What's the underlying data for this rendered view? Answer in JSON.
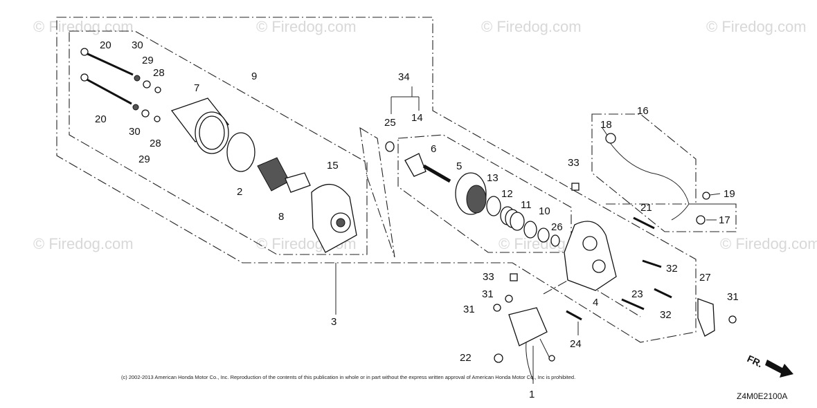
{
  "watermarks": [
    "© Firedog.com",
    "© Firedog.com",
    "© Firedog.com",
    "© Firedog.com",
    "© Firedog.com",
    "© Firedog.com",
    "© Firedog.com",
    "© Firedog.com"
  ],
  "callouts": {
    "p1": "1",
    "p2": "2",
    "p3": "3",
    "p4": "4",
    "p5": "5",
    "p6": "6",
    "p7": "7",
    "p8": "8",
    "p9": "9",
    "p10": "10",
    "p11": "11",
    "p12": "12",
    "p13": "13",
    "p14": "14",
    "p15": "15",
    "p16": "16",
    "p17": "17",
    "p18": "18",
    "p19": "19",
    "p20a": "20",
    "p20b": "20",
    "p21": "21",
    "p22": "22",
    "p23": "23",
    "p24": "24",
    "p25": "25",
    "p26": "26",
    "p27": "27",
    "p28a": "28",
    "p28b": "28",
    "p29a": "29",
    "p29b": "29",
    "p30a": "30",
    "p30b": "30",
    "p31a": "31",
    "p31b": "31",
    "p31c": "31",
    "p32a": "32",
    "p32b": "32",
    "p33a": "33",
    "p33b": "33",
    "p34": "34"
  },
  "copyright": "(c) 2002-2013 American Honda Motor Co., Inc. Reproduction of the contents of this publication in whole or in part without the express written approval of American Honda Motor Co., Inc is prohibited.",
  "diagram_code": "Z4M0E2100A",
  "direction_label": "FR."
}
